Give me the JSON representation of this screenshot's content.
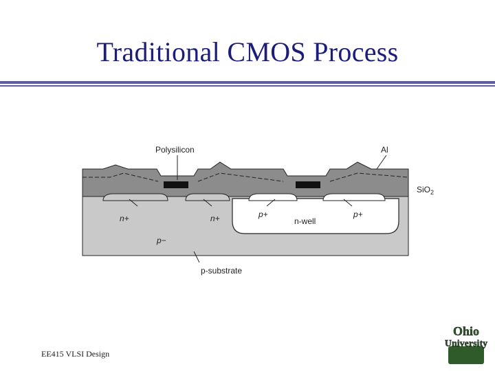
{
  "slide": {
    "title": "Traditional CMOS Process",
    "footer": "EE415 VLSI Design"
  },
  "diagram": {
    "labels": {
      "polysilicon": "Polysilicon",
      "al": "Al",
      "sio2_main": "SiO",
      "sio2_sub": "2",
      "n_plus_left": "n+",
      "n_plus_right": "n+",
      "p_plus_left": "p+",
      "p_plus_right": "p+",
      "n_well": "n-well",
      "p_minus": "p−",
      "p_substrate": "p-substrate"
    },
    "colors": {
      "substrate": "#c9c9c9",
      "oxide": "#8c8c8c",
      "well": "#ffffff",
      "gate": "#111111",
      "outline": "#222222"
    }
  },
  "logo": {
    "line1": "Ohio",
    "line2": "University"
  }
}
